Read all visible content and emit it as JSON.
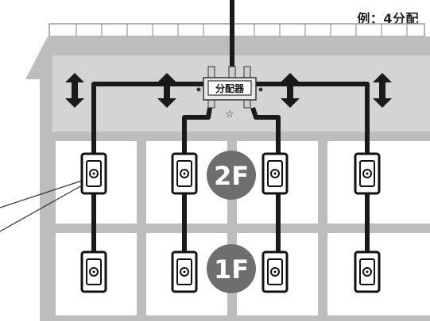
{
  "caption": "例：4分配",
  "splitter": {
    "label": "分配器",
    "mark": "☆"
  },
  "floors": [
    {
      "label": "2F"
    },
    {
      "label": "1F"
    }
  ],
  "colors": {
    "house_gray": "#bdbdbd",
    "attic_gray": "#d4d4d4",
    "cable": "#1a1a1a",
    "badge": "#6e6e6e"
  },
  "icons": [
    "tv-outlet-icon",
    "vertical-arrow-icon",
    "splitter-icon"
  ]
}
